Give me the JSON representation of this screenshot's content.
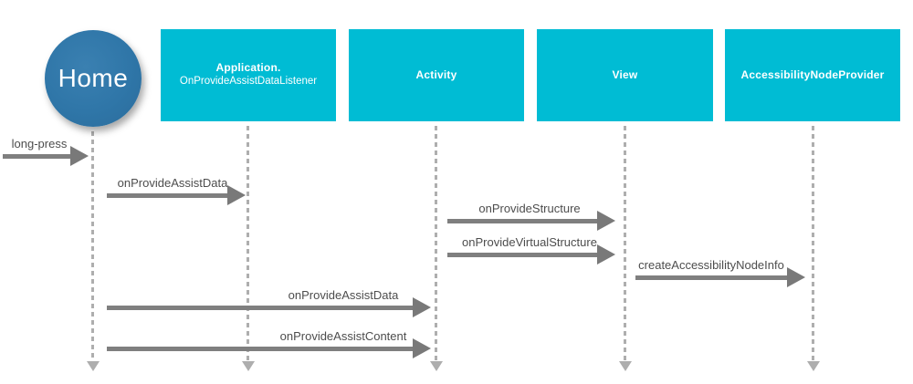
{
  "diagram": {
    "type": "sequence",
    "background": "#ffffff"
  },
  "actors": {
    "home": {
      "label": "Home",
      "shape": "circle"
    },
    "application": {
      "title": "Application.",
      "subtitle": "OnProvideAssistDataListener",
      "shape": "box"
    },
    "activity": {
      "title": "Activity",
      "shape": "box"
    },
    "view": {
      "title": "View",
      "shape": "box"
    },
    "provider": {
      "title": "AccessibilityNodeProvider",
      "shape": "box"
    }
  },
  "messages": [
    {
      "label": "long-press",
      "from": "left-edge",
      "to": "Home"
    },
    {
      "label": "onProvideAssistData",
      "from": "Home",
      "to": "Application.OnProvideAssistDataListener"
    },
    {
      "label": "onProvideStructure",
      "from": "Activity",
      "to": "View"
    },
    {
      "label": "onProvideVirtualStructure",
      "from": "Activity",
      "to": "View"
    },
    {
      "label": "createAccessibilityNodeInfo",
      "from": "View",
      "to": "AccessibilityNodeProvider"
    },
    {
      "label": "onProvideAssistData",
      "from": "Home",
      "to": "Activity"
    },
    {
      "label": "onProvideAssistContent",
      "from": "Home",
      "to": "Activity"
    }
  ],
  "colors": {
    "actor_box": "#00BCD4",
    "home_circle": "#2F76A8",
    "arrow": "#7F7F7F",
    "lifeline": "#AEAEAE",
    "label_text": "#4D4D4D",
    "actor_text": "#FFFFFF"
  }
}
